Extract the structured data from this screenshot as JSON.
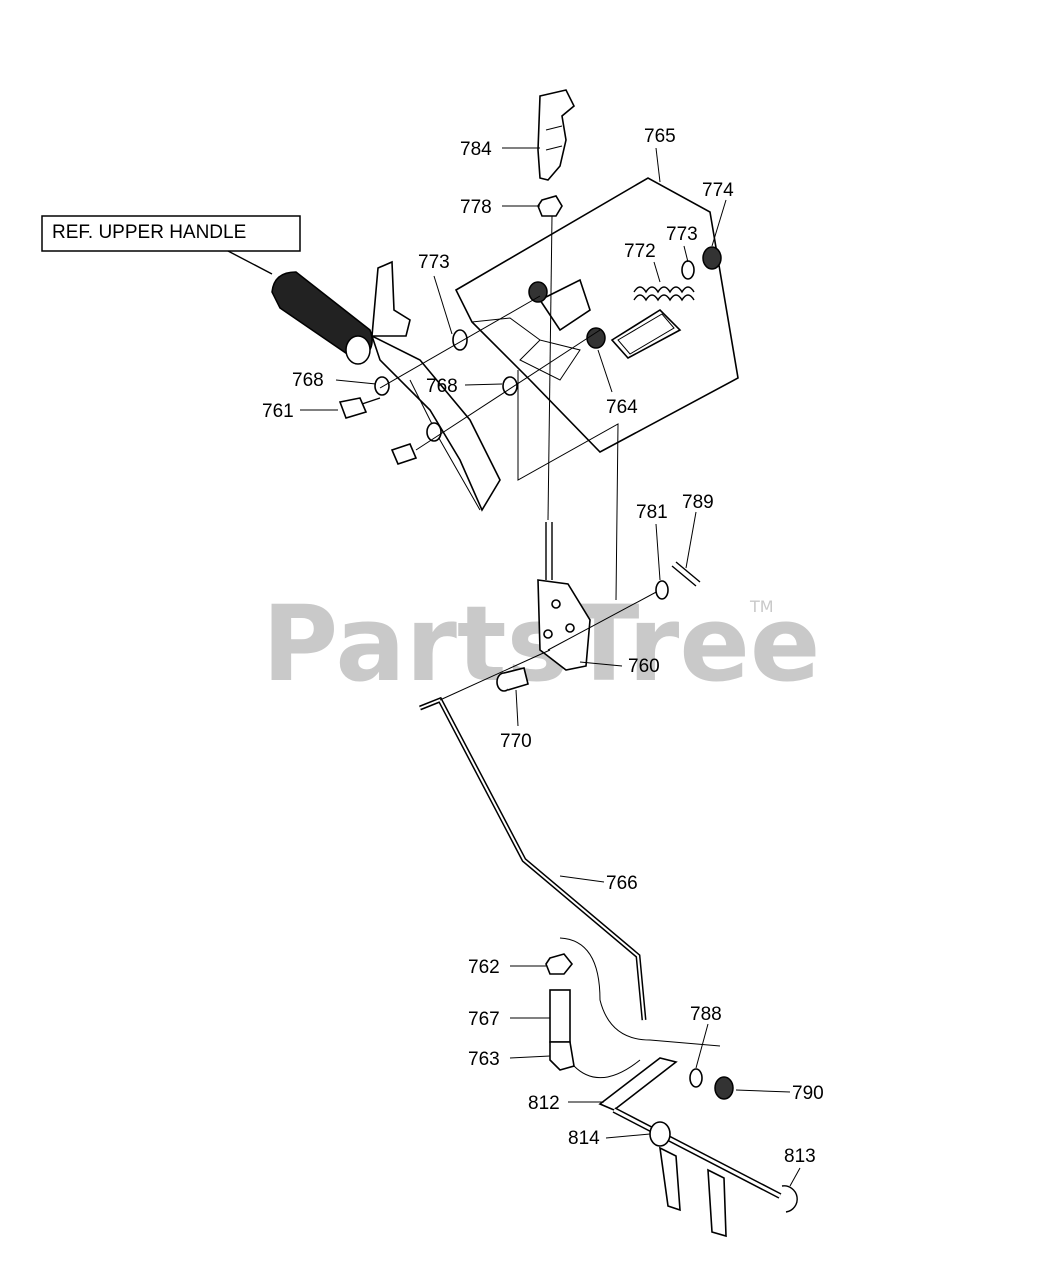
{
  "ref_box": {
    "text": "REF. UPPER HANDLE"
  },
  "watermark": {
    "text": "PartsTree",
    "tm": "TM"
  },
  "callouts": [
    {
      "id": "784",
      "text": "784"
    },
    {
      "id": "765",
      "text": "765"
    },
    {
      "id": "778",
      "text": "778"
    },
    {
      "id": "774",
      "text": "774"
    },
    {
      "id": "773a",
      "text": "773"
    },
    {
      "id": "772",
      "text": "772"
    },
    {
      "id": "773b",
      "text": "773"
    },
    {
      "id": "768a",
      "text": "768"
    },
    {
      "id": "768b",
      "text": "768"
    },
    {
      "id": "764",
      "text": "764"
    },
    {
      "id": "761",
      "text": "761"
    },
    {
      "id": "781",
      "text": "781"
    },
    {
      "id": "789",
      "text": "789"
    },
    {
      "id": "760",
      "text": "760"
    },
    {
      "id": "770",
      "text": "770"
    },
    {
      "id": "766",
      "text": "766"
    },
    {
      "id": "762",
      "text": "762"
    },
    {
      "id": "767",
      "text": "767"
    },
    {
      "id": "788",
      "text": "788"
    },
    {
      "id": "763",
      "text": "763"
    },
    {
      "id": "790",
      "text": "790"
    },
    {
      "id": "812",
      "text": "812"
    },
    {
      "id": "814",
      "text": "814"
    },
    {
      "id": "813",
      "text": "813"
    }
  ]
}
